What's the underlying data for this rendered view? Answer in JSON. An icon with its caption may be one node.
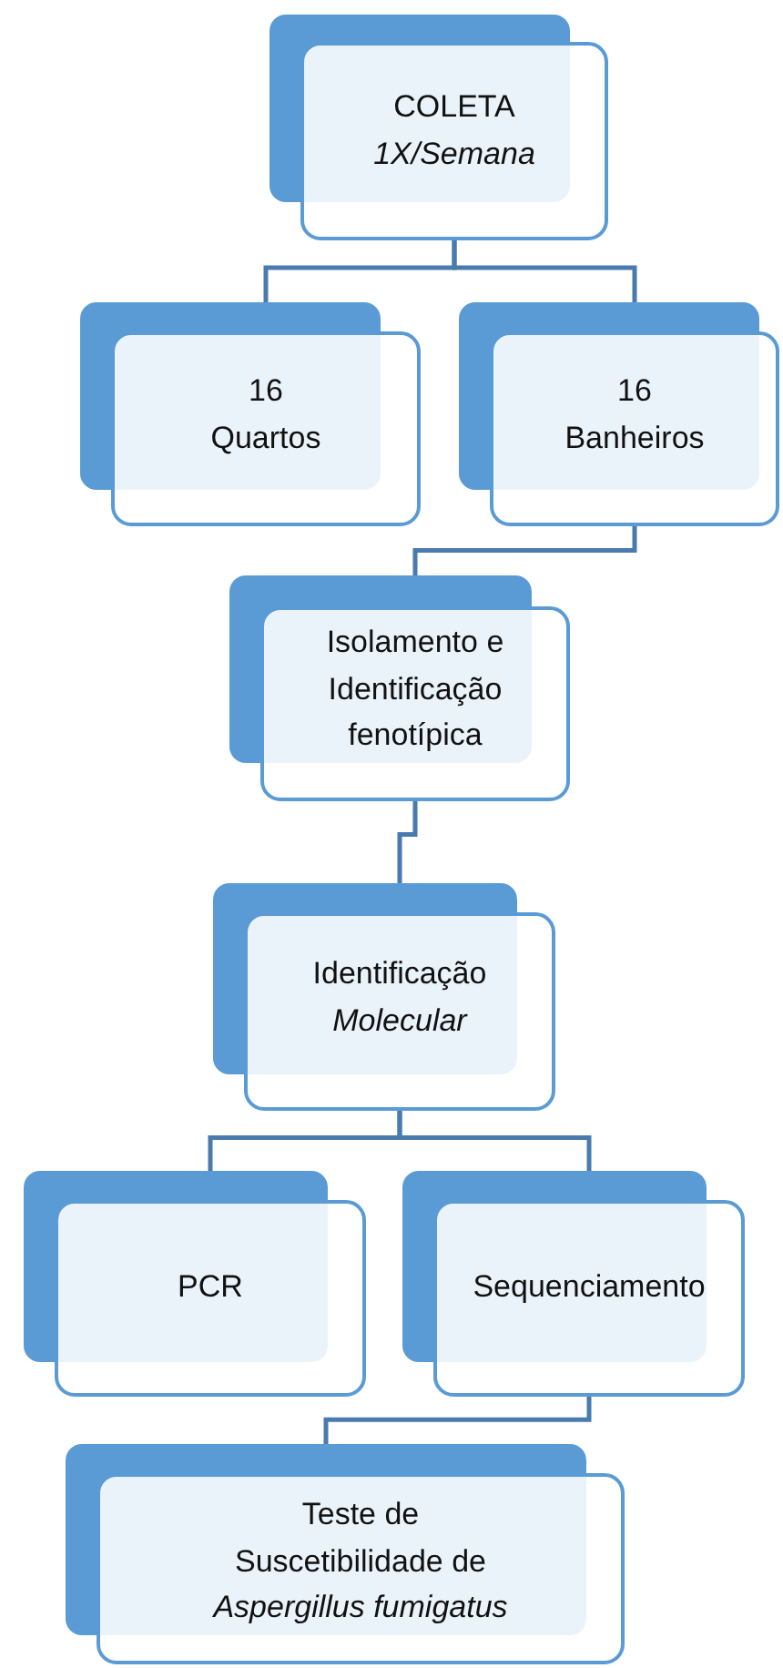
{
  "diagram": {
    "nodes": [
      {
        "text": [
          "COLETA",
          "1X/Semana"
        ]
      },
      {
        "text": [
          "16",
          "Quartos"
        ]
      },
      {
        "text": [
          "16",
          "Banheiros"
        ]
      },
      {
        "text": [
          "Isolamento e Identificação fenotípica"
        ]
      },
      {
        "text": [
          "Identificação",
          "Molecular"
        ]
      },
      {
        "text": [
          "PCR"
        ]
      },
      {
        "text": [
          "Sequenciamento"
        ]
      },
      {
        "text": [
          "Teste de Suscetibilidade de",
          "Aspergillus fumigatus"
        ]
      }
    ],
    "edges": [
      {
        "from": 0,
        "to": 1,
        "arrow": "none"
      },
      {
        "from": 0,
        "to": 2,
        "arrow": "none"
      },
      {
        "from": 2,
        "to": 3,
        "arrow": "none"
      },
      {
        "from": 3,
        "to": 4,
        "arrow": "none"
      },
      {
        "from": 4,
        "to": 5,
        "arrow": "none"
      },
      {
        "from": 4,
        "to": 6,
        "arrow": "none"
      },
      {
        "from": 6,
        "to": 7,
        "arrow": "none"
      }
    ]
  }
}
